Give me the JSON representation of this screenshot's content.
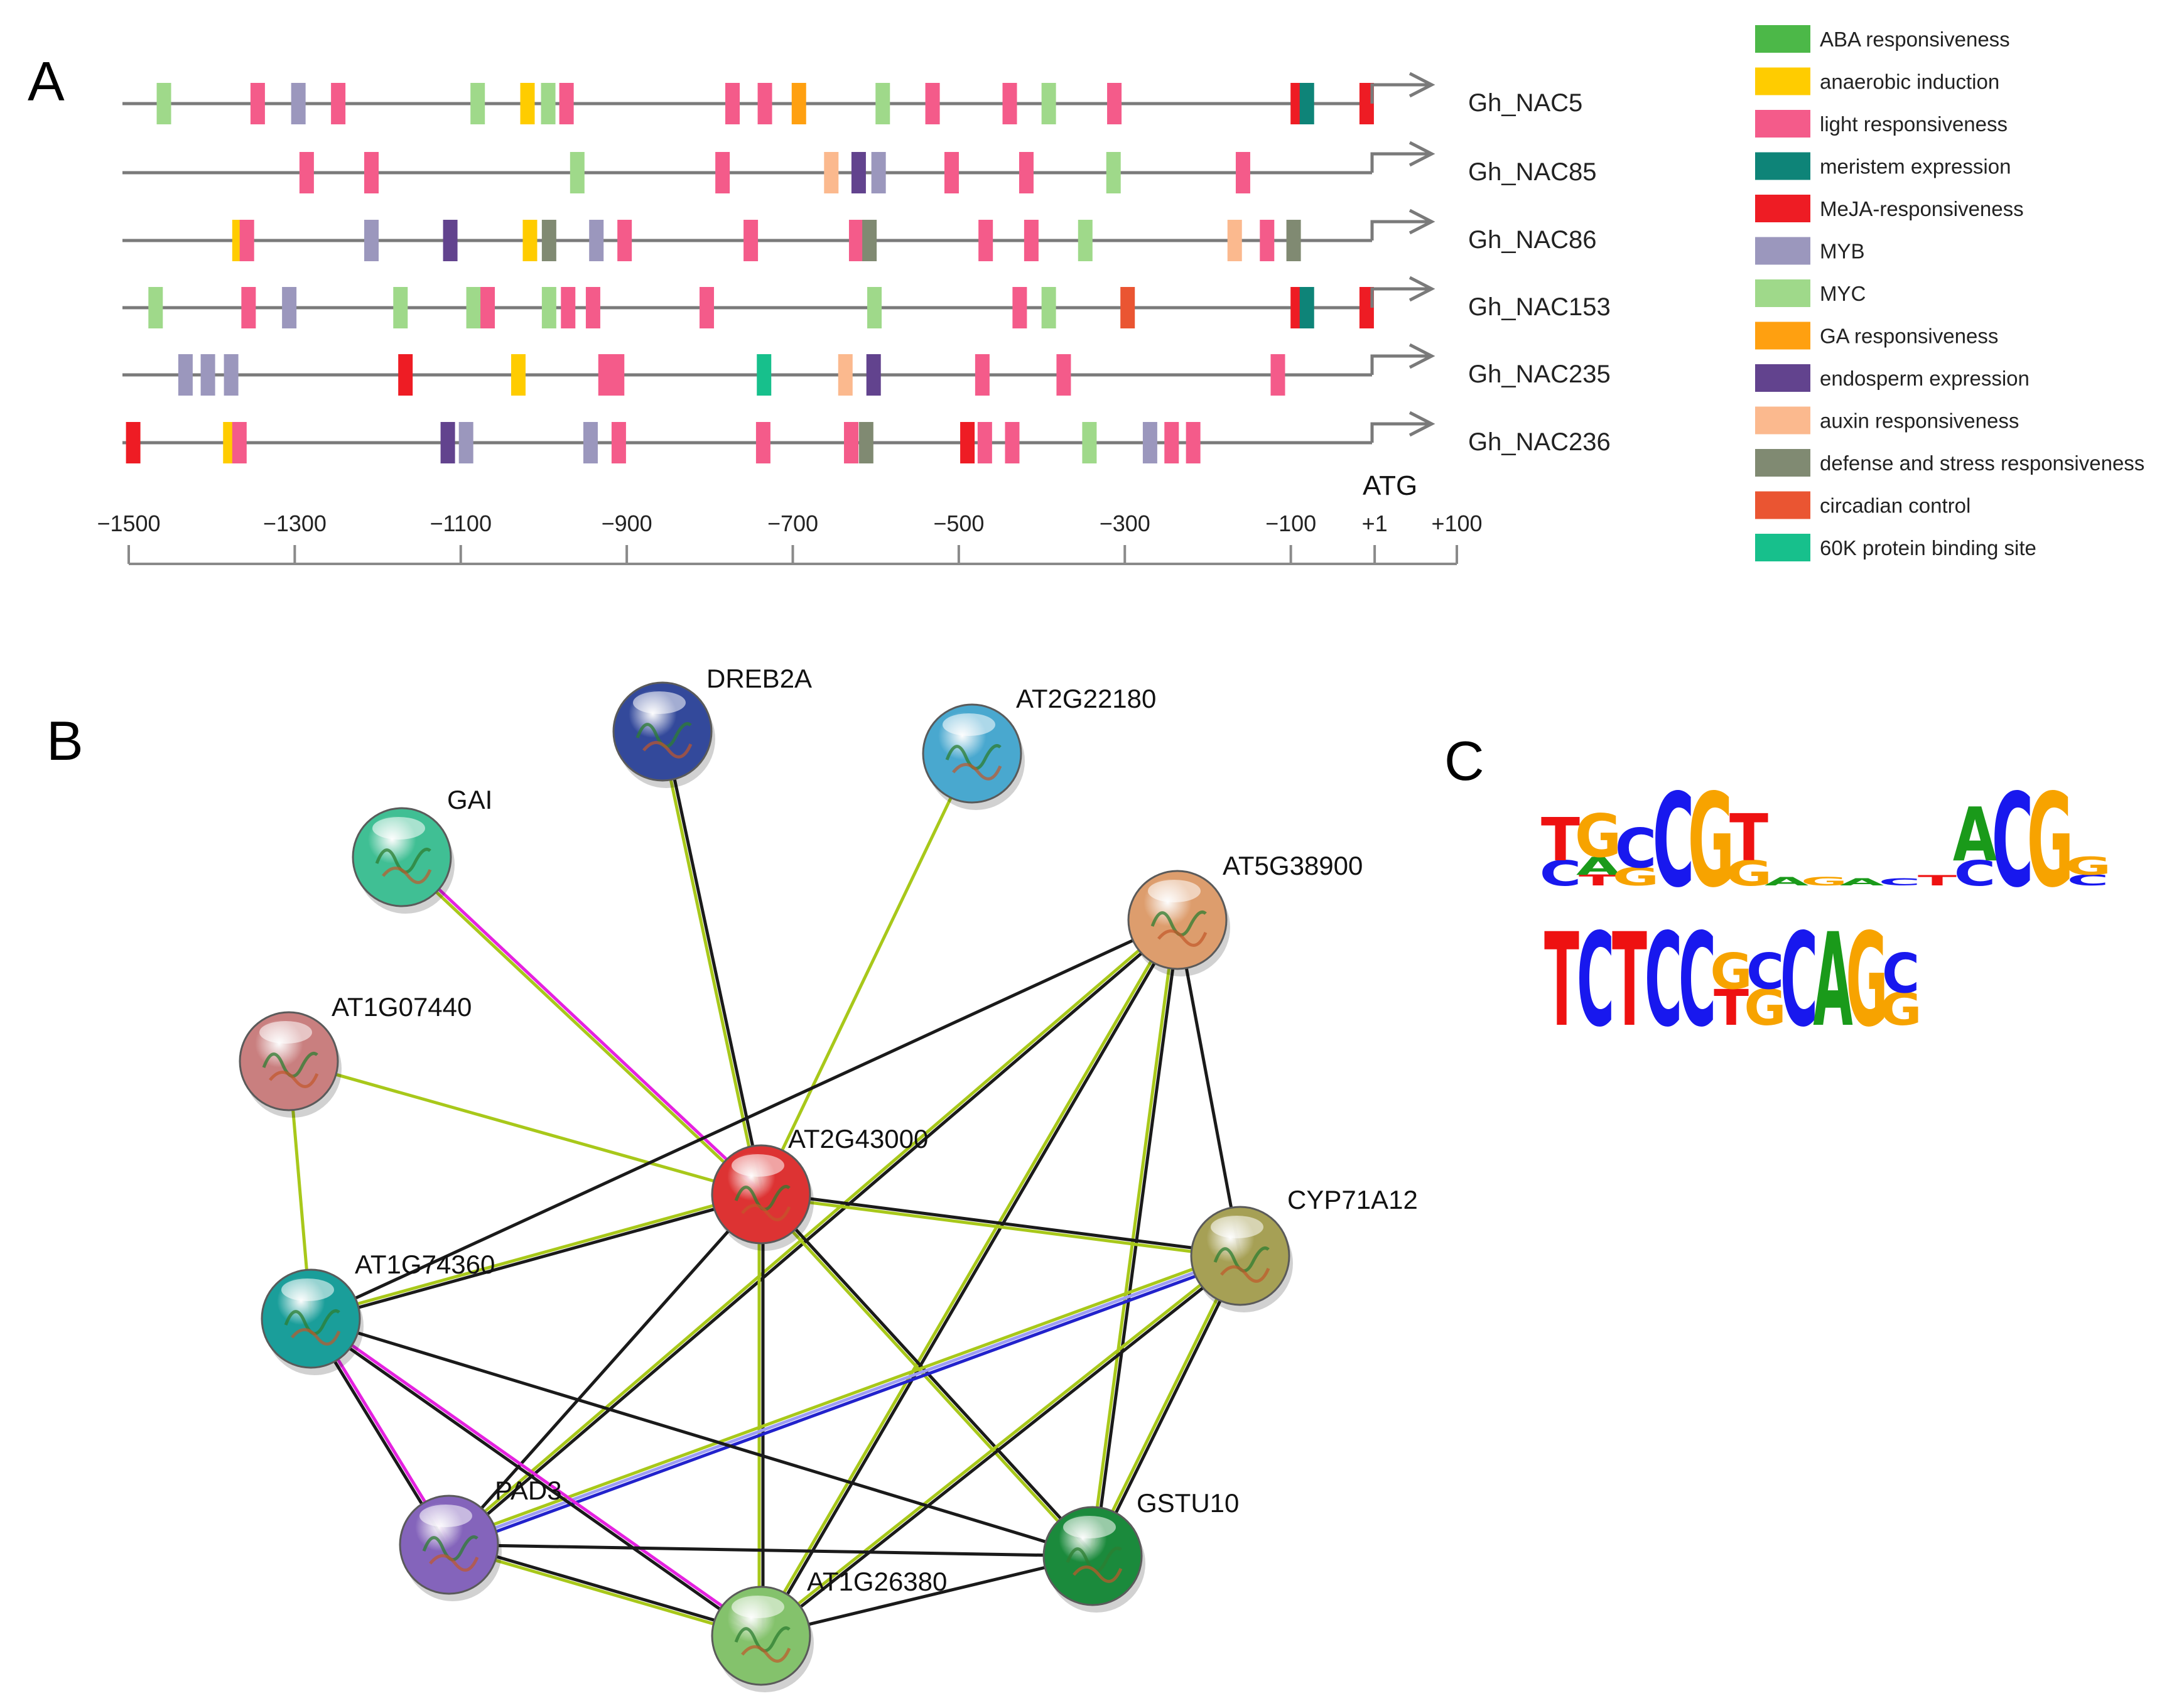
{
  "panelA": {
    "letter": "A",
    "atg_label": "ATG",
    "axis": {
      "min": -1500,
      "max": 100,
      "ticks": [
        {
          "value": -1500,
          "label": "−1500"
        },
        {
          "value": -1300,
          "label": "−1300"
        },
        {
          "value": -1100,
          "label": "−1100"
        },
        {
          "value": -900,
          "label": "−900"
        },
        {
          "value": -700,
          "label": "−700"
        },
        {
          "value": -500,
          "label": "−500"
        },
        {
          "value": -300,
          "label": "−300"
        },
        {
          "value": -100,
          "label": "−100"
        },
        {
          "value": 1,
          "label": "+1"
        },
        {
          "value": 100,
          "label": "+100"
        }
      ]
    },
    "elements": [
      {
        "key": "aba",
        "label": "ABA responsiveness",
        "color": "#4cb848"
      },
      {
        "key": "anaerobic",
        "label": "anaerobic induction",
        "color": "#ffcc00"
      },
      {
        "key": "light",
        "label": "light responsiveness",
        "color": "#f45b8a"
      },
      {
        "key": "meristem",
        "label": "meristem expression",
        "color": "#0e8478"
      },
      {
        "key": "meja",
        "label": "MeJA-responsiveness",
        "color": "#ee1c24"
      },
      {
        "key": "myb",
        "label": "MYB",
        "color": "#9b97bd"
      },
      {
        "key": "myc",
        "label": "MYC",
        "color": "#9fd98a"
      },
      {
        "key": "ga",
        "label": "GA responsiveness",
        "color": "#ffa010"
      },
      {
        "key": "endosperm",
        "label": "endosperm expression",
        "color": "#62438e"
      },
      {
        "key": "auxin",
        "label": "auxin responsiveness",
        "color": "#fbb98e"
      },
      {
        "key": "defense",
        "label": "defense and stress responsiveness",
        "color": "#808a72"
      },
      {
        "key": "circadian",
        "label": "circadian control",
        "color": "#ea5532"
      },
      {
        "key": "k60",
        "label": "60K protein binding site",
        "color": "#17c08c"
      }
    ],
    "genes": [
      {
        "name": "Gh_NAC5",
        "sites": [
          {
            "pos": -1458,
            "type": "myc"
          },
          {
            "pos": -1345,
            "type": "light"
          },
          {
            "pos": -1296,
            "type": "myb"
          },
          {
            "pos": -1248,
            "type": "light"
          },
          {
            "pos": -1080,
            "type": "myc"
          },
          {
            "pos": -1020,
            "type": "anaerobic"
          },
          {
            "pos": -995,
            "type": "myc"
          },
          {
            "pos": -973,
            "type": "light"
          },
          {
            "pos": -773,
            "type": "light"
          },
          {
            "pos": -734,
            "type": "light"
          },
          {
            "pos": -693,
            "type": "ga"
          },
          {
            "pos": -592,
            "type": "myc"
          },
          {
            "pos": -532,
            "type": "light"
          },
          {
            "pos": -439,
            "type": "light"
          },
          {
            "pos": -392,
            "type": "myc"
          },
          {
            "pos": -313,
            "type": "light"
          },
          {
            "pos": -92,
            "type": "meja"
          },
          {
            "pos": -81,
            "type": "meristem"
          },
          {
            "pos": -9,
            "type": "meja"
          }
        ]
      },
      {
        "name": "Gh_NAC85",
        "sites": [
          {
            "pos": -1286,
            "type": "light"
          },
          {
            "pos": -1208,
            "type": "light"
          },
          {
            "pos": -960,
            "type": "myc"
          },
          {
            "pos": -785,
            "type": "light"
          },
          {
            "pos": -654,
            "type": "auxin"
          },
          {
            "pos": -621,
            "type": "endosperm"
          },
          {
            "pos": -597,
            "type": "myb"
          },
          {
            "pos": -509,
            "type": "light"
          },
          {
            "pos": -419,
            "type": "light"
          },
          {
            "pos": -314,
            "type": "myc"
          },
          {
            "pos": -158,
            "type": "light"
          }
        ]
      },
      {
        "name": "Gh_NAC86",
        "sites": [
          {
            "pos": -1367,
            "type": "anaerobic"
          },
          {
            "pos": -1358,
            "type": "light"
          },
          {
            "pos": -1208,
            "type": "myb"
          },
          {
            "pos": -1113,
            "type": "endosperm"
          },
          {
            "pos": -1017,
            "type": "anaerobic"
          },
          {
            "pos": -994,
            "type": "defense"
          },
          {
            "pos": -937,
            "type": "myb"
          },
          {
            "pos": -903,
            "type": "light"
          },
          {
            "pos": -751,
            "type": "light"
          },
          {
            "pos": -624,
            "type": "light"
          },
          {
            "pos": -608,
            "type": "defense"
          },
          {
            "pos": -468,
            "type": "light"
          },
          {
            "pos": -413,
            "type": "light"
          },
          {
            "pos": -348,
            "type": "myc"
          },
          {
            "pos": -168,
            "type": "auxin"
          },
          {
            "pos": -129,
            "type": "light"
          },
          {
            "pos": -97,
            "type": "defense"
          }
        ]
      },
      {
        "name": "Gh_NAC153",
        "sites": [
          {
            "pos": -1468,
            "type": "myc"
          },
          {
            "pos": -1356,
            "type": "light"
          },
          {
            "pos": -1307,
            "type": "myb"
          },
          {
            "pos": -1173,
            "type": "myc"
          },
          {
            "pos": -1085,
            "type": "myc"
          },
          {
            "pos": -1068,
            "type": "light"
          },
          {
            "pos": -994,
            "type": "myc"
          },
          {
            "pos": -971,
            "type": "light"
          },
          {
            "pos": -941,
            "type": "light"
          },
          {
            "pos": -804,
            "type": "light"
          },
          {
            "pos": -602,
            "type": "myc"
          },
          {
            "pos": -427,
            "type": "light"
          },
          {
            "pos": -392,
            "type": "myc"
          },
          {
            "pos": -297,
            "type": "circadian"
          },
          {
            "pos": -92,
            "type": "meja"
          },
          {
            "pos": -81,
            "type": "meristem"
          },
          {
            "pos": -9,
            "type": "meja"
          }
        ]
      },
      {
        "name": "Gh_NAC235",
        "sites": [
          {
            "pos": -1432,
            "type": "myb"
          },
          {
            "pos": -1405,
            "type": "myb"
          },
          {
            "pos": -1377,
            "type": "myb"
          },
          {
            "pos": -1167,
            "type": "meja"
          },
          {
            "pos": -1031,
            "type": "anaerobic"
          },
          {
            "pos": -926,
            "type": "light"
          },
          {
            "pos": -912,
            "type": "light"
          },
          {
            "pos": -735,
            "type": "k60"
          },
          {
            "pos": -637,
            "type": "auxin"
          },
          {
            "pos": -603,
            "type": "endosperm"
          },
          {
            "pos": -472,
            "type": "light"
          },
          {
            "pos": -374,
            "type": "light"
          },
          {
            "pos": -116,
            "type": "light"
          }
        ]
      },
      {
        "name": "Gh_NAC236",
        "sites": [
          {
            "pos": -1495,
            "type": "meja"
          },
          {
            "pos": -1378,
            "type": "anaerobic"
          },
          {
            "pos": -1367,
            "type": "light"
          },
          {
            "pos": -1116,
            "type": "endosperm"
          },
          {
            "pos": -1094,
            "type": "myb"
          },
          {
            "pos": -944,
            "type": "myb"
          },
          {
            "pos": -910,
            "type": "light"
          },
          {
            "pos": -736,
            "type": "light"
          },
          {
            "pos": -630,
            "type": "light"
          },
          {
            "pos": -612,
            "type": "defense"
          },
          {
            "pos": -490,
            "type": "meja"
          },
          {
            "pos": -469,
            "type": "light"
          },
          {
            "pos": -436,
            "type": "light"
          },
          {
            "pos": -343,
            "type": "myc"
          },
          {
            "pos": -270,
            "type": "myb"
          },
          {
            "pos": -244,
            "type": "light"
          },
          {
            "pos": -218,
            "type": "light"
          }
        ]
      }
    ]
  },
  "panelB": {
    "letter": "B",
    "nodes": [
      {
        "id": "DREB2A",
        "label": "DREB2A",
        "color": "#33499b"
      },
      {
        "id": "AT2G22180",
        "label": "AT2G22180",
        "color": "#49a8cf"
      },
      {
        "id": "GAI",
        "label": "GAI",
        "color": "#40bf94"
      },
      {
        "id": "AT5G38900",
        "label": "AT5G38900",
        "color": "#dd9d6d"
      },
      {
        "id": "AT1G07440",
        "label": "AT1G07440",
        "color": "#c97f7f"
      },
      {
        "id": "AT2G43000",
        "label": "AT2G43000",
        "color": "#dd3333"
      },
      {
        "id": "CYP71A12",
        "label": "CYP71A12",
        "color": "#a6a055"
      },
      {
        "id": "AT1G74360",
        "label": "AT1G74360",
        "color": "#1a9e9a"
      },
      {
        "id": "PAD3",
        "label": "PAD3",
        "color": "#8464bb"
      },
      {
        "id": "GSTU10",
        "label": "GSTU10",
        "color": "#1b8a3c"
      },
      {
        "id": "AT1G26380",
        "label": "AT1G26380",
        "color": "#84c26c"
      }
    ],
    "edges": [
      {
        "a": "DREB2A",
        "b": "AT2G43000",
        "types": [
          "black",
          "green"
        ]
      },
      {
        "a": "AT2G22180",
        "b": "AT2G43000",
        "types": [
          "green"
        ]
      },
      {
        "a": "GAI",
        "b": "AT2G43000",
        "types": [
          "magenta",
          "green"
        ]
      },
      {
        "a": "AT1G07440",
        "b": "AT2G43000",
        "types": [
          "green"
        ]
      },
      {
        "a": "AT1G07440",
        "b": "AT1G74360",
        "types": [
          "green"
        ]
      },
      {
        "a": "AT5G38900",
        "b": "AT1G74360",
        "types": [
          "black"
        ]
      },
      {
        "a": "AT5G38900",
        "b": "PAD3",
        "types": [
          "black",
          "green"
        ]
      },
      {
        "a": "AT5G38900",
        "b": "AT1G26380",
        "types": [
          "black",
          "green"
        ]
      },
      {
        "a": "AT5G38900",
        "b": "GSTU10",
        "types": [
          "black",
          "green"
        ]
      },
      {
        "a": "AT5G38900",
        "b": "CYP71A12",
        "types": [
          "black"
        ]
      },
      {
        "a": "AT2G43000",
        "b": "AT1G74360",
        "types": [
          "black",
          "green"
        ]
      },
      {
        "a": "AT2G43000",
        "b": "CYP71A12",
        "types": [
          "black",
          "green"
        ]
      },
      {
        "a": "AT2G43000",
        "b": "PAD3",
        "types": [
          "black"
        ]
      },
      {
        "a": "AT2G43000",
        "b": "AT1G26380",
        "types": [
          "black",
          "green"
        ]
      },
      {
        "a": "AT2G43000",
        "b": "GSTU10",
        "types": [
          "black",
          "green"
        ]
      },
      {
        "a": "CYP71A12",
        "b": "PAD3",
        "types": [
          "blue",
          "lavender",
          "green"
        ]
      },
      {
        "a": "CYP71A12",
        "b": "AT1G26380",
        "types": [
          "black",
          "green"
        ]
      },
      {
        "a": "CYP71A12",
        "b": "GSTU10",
        "types": [
          "black",
          "green"
        ]
      },
      {
        "a": "AT1G74360",
        "b": "PAD3",
        "types": [
          "magenta",
          "black"
        ]
      },
      {
        "a": "AT1G74360",
        "b": "AT1G26380",
        "types": [
          "magenta",
          "black"
        ]
      },
      {
        "a": "AT1G74360",
        "b": "GSTU10",
        "types": [
          "black"
        ]
      },
      {
        "a": "PAD3",
        "b": "AT1G26380",
        "types": [
          "black",
          "green"
        ]
      },
      {
        "a": "PAD3",
        "b": "GSTU10",
        "types": [
          "black"
        ]
      },
      {
        "a": "AT1G26380",
        "b": "GSTU10",
        "types": [
          "black"
        ]
      }
    ],
    "edge_colors": {
      "black": "#1a1a1a",
      "green": "#a8c81a",
      "magenta": "#e522e0",
      "blue": "#2222cc",
      "lavender": "#9c9cf4"
    }
  },
  "panelC": {
    "letter": "C",
    "motif1": {
      "columns": [
        [
          {
            "l": "T",
            "h": 0.6
          },
          {
            "l": "C",
            "h": 0.35
          }
        ],
        [
          {
            "l": "G",
            "h": 0.6
          },
          {
            "l": "A",
            "h": 0.25
          },
          {
            "l": "T",
            "h": 0.15
          }
        ],
        [
          {
            "l": "C",
            "h": 0.55
          },
          {
            "l": "G",
            "h": 0.25
          }
        ],
        [
          {
            "l": "C",
            "h": 1.3
          }
        ],
        [
          {
            "l": "G",
            "h": 1.3
          }
        ],
        [
          {
            "l": "T",
            "h": 0.65
          },
          {
            "l": "G",
            "h": 0.35
          }
        ],
        [
          {
            "l": "A",
            "h": 0.12
          }
        ],
        [
          {
            "l": "G",
            "h": 0.12
          }
        ],
        [
          {
            "l": "A",
            "h": 0.1
          }
        ],
        [
          {
            "l": "C",
            "h": 0.1
          }
        ],
        [
          {
            "l": "T",
            "h": 0.14
          }
        ],
        [
          {
            "l": "A",
            "h": 0.75
          },
          {
            "l": "C",
            "h": 0.35
          }
        ],
        [
          {
            "l": "C",
            "h": 1.3
          }
        ],
        [
          {
            "l": "G",
            "h": 1.3
          }
        ],
        [
          {
            "l": "G",
            "h": 0.25
          },
          {
            "l": "C",
            "h": 0.15
          }
        ]
      ]
    },
    "motif2": {
      "columns": [
        [
          {
            "l": "T",
            "h": 1.3
          }
        ],
        [
          {
            "l": "C",
            "h": 1.3
          }
        ],
        [
          {
            "l": "T",
            "h": 1.3
          }
        ],
        [
          {
            "l": "C",
            "h": 1.3
          }
        ],
        [
          {
            "l": "C",
            "h": 1.3
          }
        ],
        [
          {
            "l": "G",
            "h": 0.5
          },
          {
            "l": "T",
            "h": 0.5
          }
        ],
        [
          {
            "l": "C",
            "h": 0.5
          },
          {
            "l": "G",
            "h": 0.5
          }
        ],
        [
          {
            "l": "C",
            "h": 1.3
          }
        ],
        [
          {
            "l": "A",
            "h": 1.3
          }
        ],
        [
          {
            "l": "G",
            "h": 1.3
          }
        ],
        [
          {
            "l": "C",
            "h": 0.55
          },
          {
            "l": "G",
            "h": 0.45
          }
        ]
      ]
    },
    "letter_colors": {
      "A": "#1a9a1a",
      "C": "#1818ee",
      "G": "#f7a300",
      "T": "#ee1111"
    }
  }
}
